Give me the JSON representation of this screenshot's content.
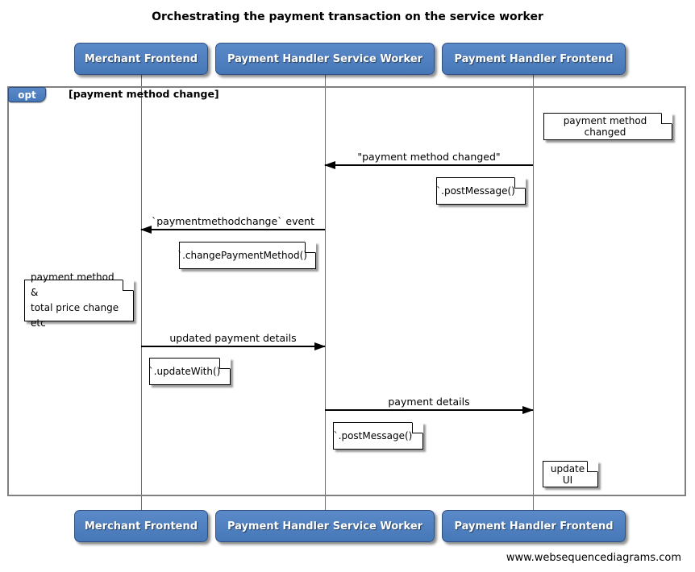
{
  "title": "Orchestrating the payment transaction on the service worker",
  "actors": [
    {
      "label": "Merchant Frontend"
    },
    {
      "label": "Payment Handler Service Worker"
    },
    {
      "label": "Payment Handler Frontend"
    }
  ],
  "opt_frame": {
    "operator": "opt",
    "condition": "[payment method change]"
  },
  "messages": [
    {
      "label": "\"payment method changed\"",
      "from": "Payment Handler Frontend",
      "to": "Payment Handler Service Worker",
      "direction": "left"
    },
    {
      "label": "`paymentmethodchange` event",
      "from": "Payment Handler Service Worker",
      "to": "Merchant Frontend",
      "direction": "left"
    },
    {
      "label": "updated payment details",
      "from": "Merchant Frontend",
      "to": "Payment Handler Service Worker",
      "direction": "right"
    },
    {
      "label": "payment details",
      "from": "Payment Handler Service Worker",
      "to": "Payment Handler Frontend",
      "direction": "right"
    }
  ],
  "notes": [
    {
      "text": "payment method changed"
    },
    {
      "text": "`.postMessage()`"
    },
    {
      "text": "`.changePaymentMethod()`"
    },
    {
      "text": "payment method &\ntotal price change etc"
    },
    {
      "text": "`.updateWith()`"
    },
    {
      "text": "`.postMessage()`"
    },
    {
      "text": "update UI"
    }
  ],
  "footer": "www.websequencediagrams.com",
  "colors": {
    "actor_fill": "#4b7cbe",
    "actor_border": "#2e4f80",
    "frame_border": "#808080",
    "lifeline": "#6e6e6e",
    "arrow": "#000000",
    "note_fill": "#ffffff"
  }
}
